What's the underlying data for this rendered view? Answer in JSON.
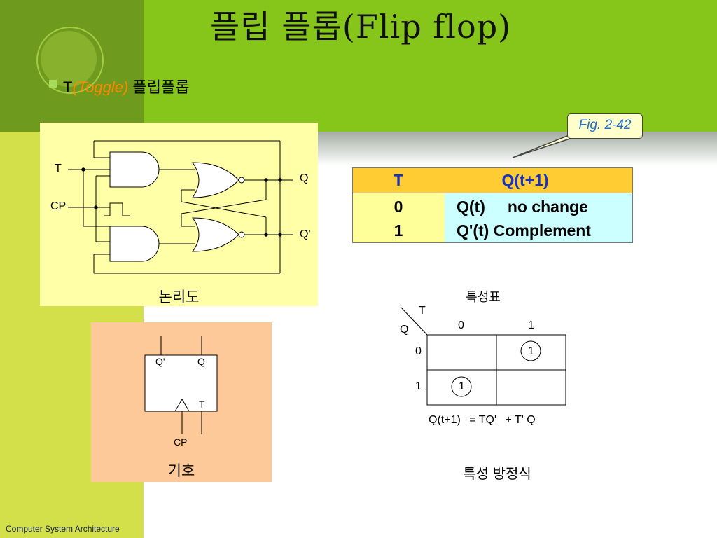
{
  "title": "플립 플롭(Flip flop)",
  "bullet": {
    "prefix": "T",
    "emphasis": "(Toggle)",
    "suffix": " 플립플롭"
  },
  "figure_label": "Fig. 2-42",
  "logic_diagram": {
    "caption": "논리도",
    "labels": {
      "t": "T",
      "cp": "CP",
      "q": "Q",
      "q_prime": "Q'"
    }
  },
  "symbol": {
    "caption": "기호",
    "labels": {
      "q_prime": "Q'",
      "q": "Q",
      "t": "T",
      "cp": "CP"
    }
  },
  "truth_table": {
    "headers": [
      "T",
      "Q(t+1)"
    ],
    "rows": [
      [
        "0",
        "Q(t)     no change"
      ],
      [
        "1",
        "Q'(t) Complement"
      ]
    ]
  },
  "kmap": {
    "title": "특성표",
    "var_t": "T",
    "var_q": "Q",
    "col_headers": [
      "0",
      "1"
    ],
    "row_headers": [
      "0",
      "1"
    ],
    "cells": [
      [
        "",
        "1"
      ],
      [
        "1",
        ""
      ]
    ],
    "equation": {
      "lhs": "Q(t+1)",
      "eq": "=",
      "term1": "TQ'",
      "plus": "+",
      "term2": "T' Q"
    },
    "caption": "특성 방정식"
  },
  "footer": "Computer System Architecture",
  "colors": {
    "accent_green": "#86c61b",
    "dark_green": "#6e9a1e",
    "light_green": "#d3e04a",
    "logic_bg": "#ffffa8",
    "symbol_bg": "#fdc999",
    "table_header": "#ffcc33",
    "table_cell": "#ccffff",
    "header_text": "#1732c8",
    "emphasis": "#ff8800"
  }
}
